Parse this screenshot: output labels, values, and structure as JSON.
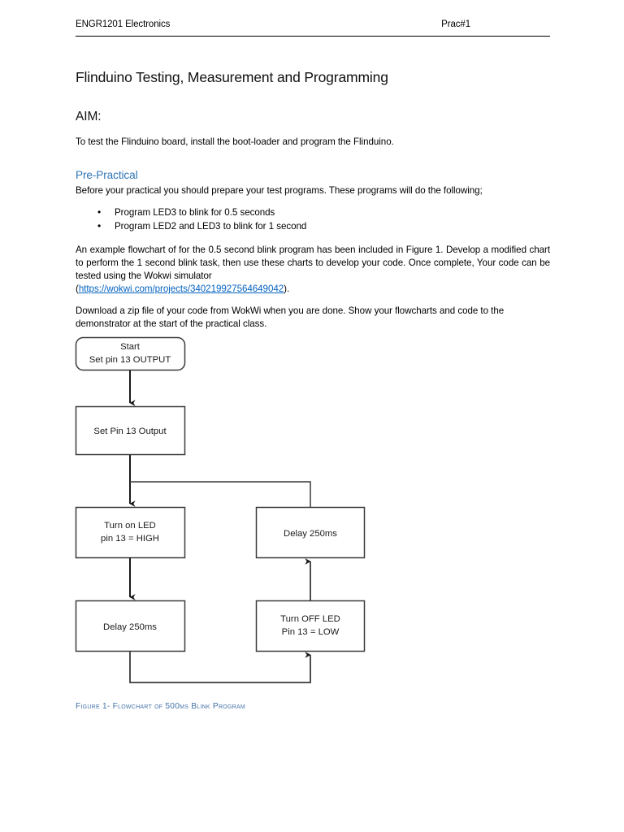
{
  "header": {
    "left": "ENGR1201 Electronics",
    "right": "Prac#1"
  },
  "document": {
    "title": "Flinduino Testing, Measurement and Programming",
    "aim_heading": "AIM:",
    "aim_text": "To test the Flinduino board, install the boot-loader and program the Flinduino.",
    "prepractical_heading": "Pre-Practical",
    "prepractical_intro": "Before your practical you should prepare your test programs.  These programs will do the following;",
    "bullets": [
      "Program LED3 to blink for 0.5 seconds",
      "Program LED2 and LED3 to blink for 1 second"
    ],
    "paragraph_flowchart_pre": "An example flowchart of for the 0.5 second blink program has been included in Figure 1.  Develop a modified chart to perform the 1 second blink task, then use these charts to develop your code.  Once complete, Your code can be tested using the Wokwi simulator",
    "paragraph_flowchart_open_paren": "(",
    "link_text": "https://wokwi.com/projects/340219927564649042",
    "link_href": "https://wokwi.com/projects/340219927564649042",
    "paragraph_flowchart_close_paren": ").",
    "paragraph_download": "Download a zip file of your code from WokWi when you are done.  Show your flowcharts and code to the demonstrator at the start of the practical class.",
    "figure_caption": "Figure 1- Flowchart of 500ms Blink Program"
  },
  "flowchart": {
    "title": "Flowchart of 500ms Blink Program",
    "nodes": [
      {
        "id": "start",
        "shape": "terminator",
        "lines": [
          "Start",
          "Set pin 13 OUTPUT"
        ]
      },
      {
        "id": "setpin",
        "shape": "process",
        "lines": [
          "Set Pin 13 Output"
        ]
      },
      {
        "id": "ledon",
        "shape": "process",
        "lines": [
          "Turn on LED",
          "pin 13 = HIGH"
        ]
      },
      {
        "id": "delay1",
        "shape": "process",
        "lines": [
          "Delay 250ms"
        ]
      },
      {
        "id": "delay2",
        "shape": "process",
        "lines": [
          "Delay 250ms"
        ]
      },
      {
        "id": "ledoff",
        "shape": "process",
        "lines": [
          "Turn OFF LED",
          "Pin 13 = LOW"
        ]
      }
    ],
    "edges": [
      {
        "from": "start",
        "to": "setpin"
      },
      {
        "from": "setpin",
        "to": "ledon"
      },
      {
        "from": "setpin",
        "to": "delay2"
      },
      {
        "from": "ledon",
        "to": "delay1"
      },
      {
        "from": "delay1",
        "to": "ledoff"
      },
      {
        "from": "ledoff",
        "to": "delay2"
      }
    ]
  },
  "colors": {
    "heading_blue": "#2E74B5",
    "link_blue": "#0563C1",
    "caption_blue": "#4472A8",
    "rule": "#000000",
    "flow_stroke": "#3a3a3a"
  }
}
